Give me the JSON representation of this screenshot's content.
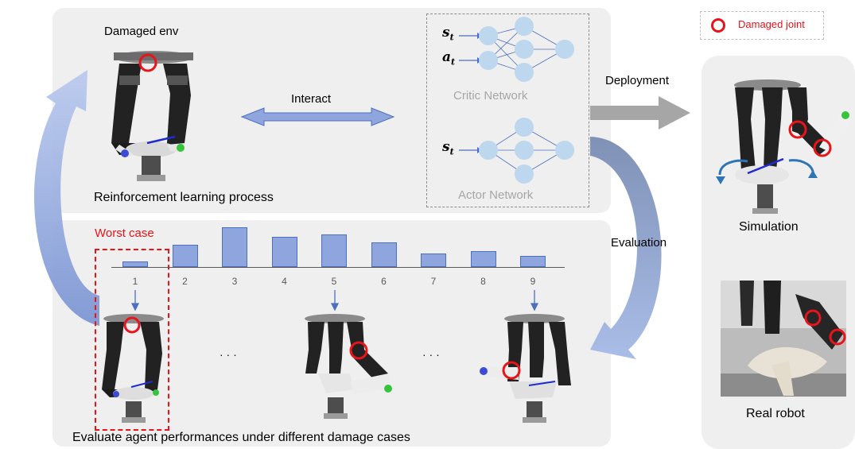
{
  "legend": {
    "label": "Damaged joint",
    "color": "#e8141a"
  },
  "rl_panel": {
    "env_title": "Damaged env",
    "interact_label": "Interact",
    "process_label": "Reinforcement learning process",
    "critic": {
      "state": "s",
      "state_sub": "t",
      "action": "a",
      "action_sub": "t",
      "label": "Critic Network"
    },
    "actor": {
      "state": "s",
      "state_sub": "t",
      "label": "Actor Network"
    }
  },
  "arrows": {
    "deployment": "Deployment",
    "evaluation": "Evaluation"
  },
  "eval_panel": {
    "worst_case": "Worst case",
    "ellipsis": "· · ·",
    "caption": "Evaluate agent performances under different damage cases"
  },
  "chart_data": {
    "type": "bar",
    "categories": [
      "1",
      "2",
      "3",
      "4",
      "5",
      "6",
      "7",
      "8",
      "9"
    ],
    "values": [
      0.8,
      3.2,
      5.8,
      4.4,
      4.7,
      3.6,
      2.0,
      2.3,
      1.6
    ],
    "ylim": [
      0,
      6
    ],
    "bar_fill": "#8ea5de",
    "bar_stroke": "#4d6fbf"
  },
  "right_panel": {
    "simulation": "Simulation",
    "real_robot": "Real robot"
  },
  "colors": {
    "panel": "#efefef",
    "arrow_blue": "#8ea5de",
    "deploy_gray": "#a6a6a6",
    "worst_red": "#e8141a",
    "node_blue": "#bdd7ee"
  }
}
